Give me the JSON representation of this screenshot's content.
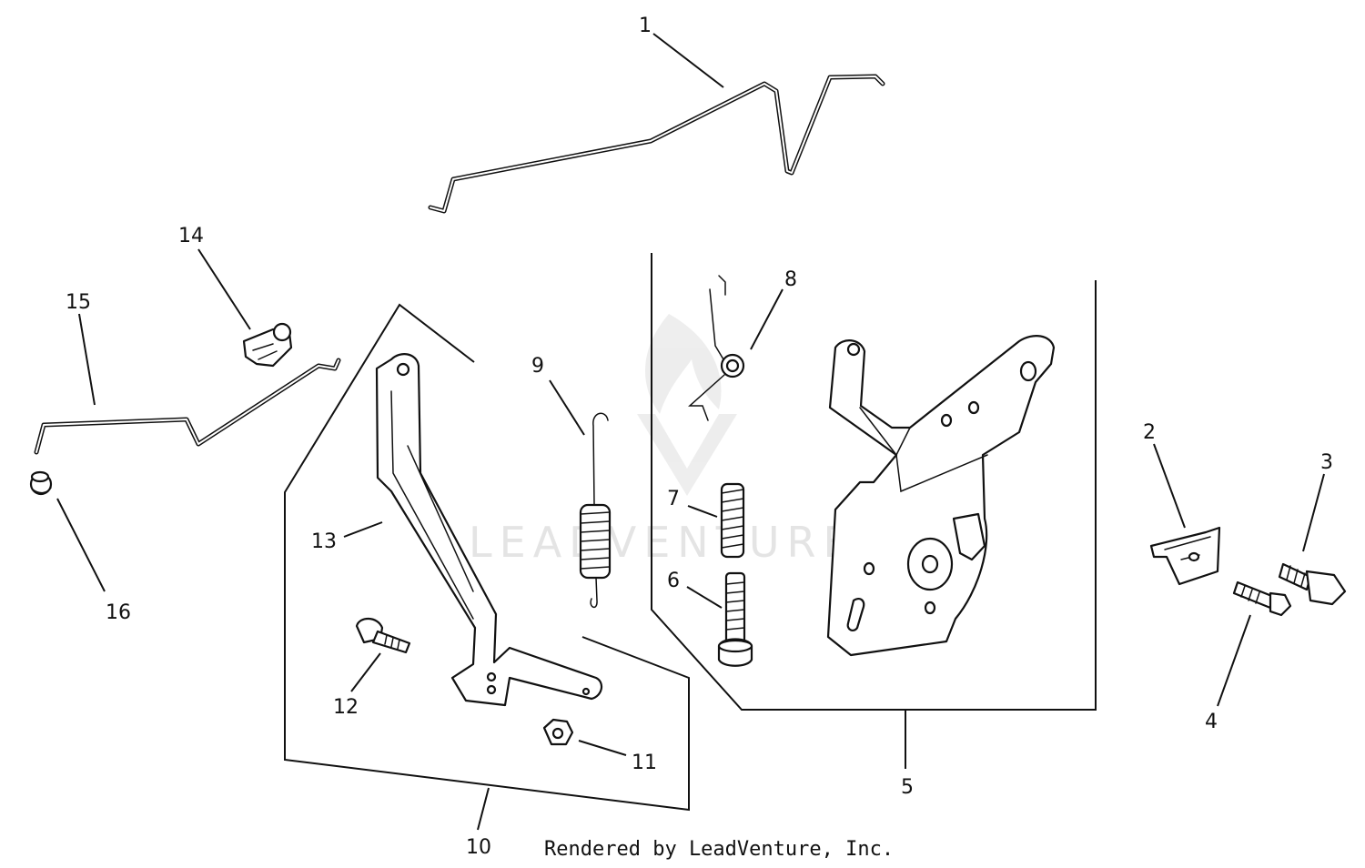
{
  "diagram": {
    "callouts": [
      {
        "id": "1",
        "label": "1"
      },
      {
        "id": "2",
        "label": "2"
      },
      {
        "id": "3",
        "label": "3"
      },
      {
        "id": "4",
        "label": "4"
      },
      {
        "id": "5",
        "label": "5"
      },
      {
        "id": "6",
        "label": "6"
      },
      {
        "id": "7",
        "label": "7"
      },
      {
        "id": "8",
        "label": "8"
      },
      {
        "id": "9",
        "label": "9"
      },
      {
        "id": "10",
        "label": "10"
      },
      {
        "id": "11",
        "label": "11"
      },
      {
        "id": "12",
        "label": "12"
      },
      {
        "id": "13",
        "label": "13"
      },
      {
        "id": "14",
        "label": "14"
      },
      {
        "id": "15",
        "label": "15"
      },
      {
        "id": "16",
        "label": "16"
      }
    ],
    "watermark": "LEADVENTURE",
    "credit": "Rendered by LeadVenture, Inc."
  }
}
